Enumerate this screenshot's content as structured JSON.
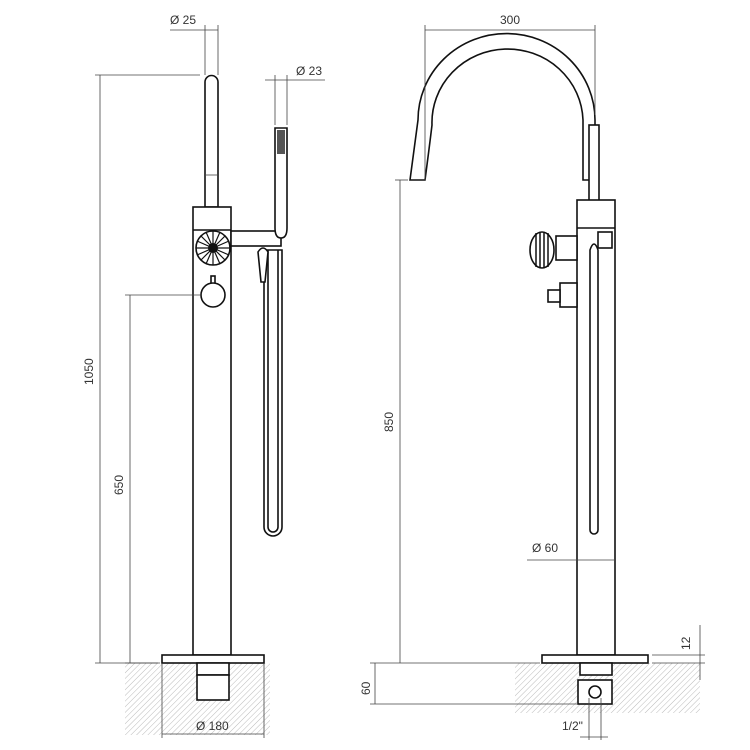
{
  "drawing": {
    "front_view": {
      "dimensions": {
        "spout_diameter": "Ø 25",
        "hand_shower_diameter": "Ø 23",
        "total_height": "1050",
        "mixer_height": "650",
        "base_diameter": "Ø 180"
      }
    },
    "side_view": {
      "dimensions": {
        "spout_reach": "300",
        "spout_height": "850",
        "column_diameter": "Ø 60",
        "base_thickness": "12",
        "floor_depth": "60",
        "connection": "1/2\""
      }
    }
  }
}
